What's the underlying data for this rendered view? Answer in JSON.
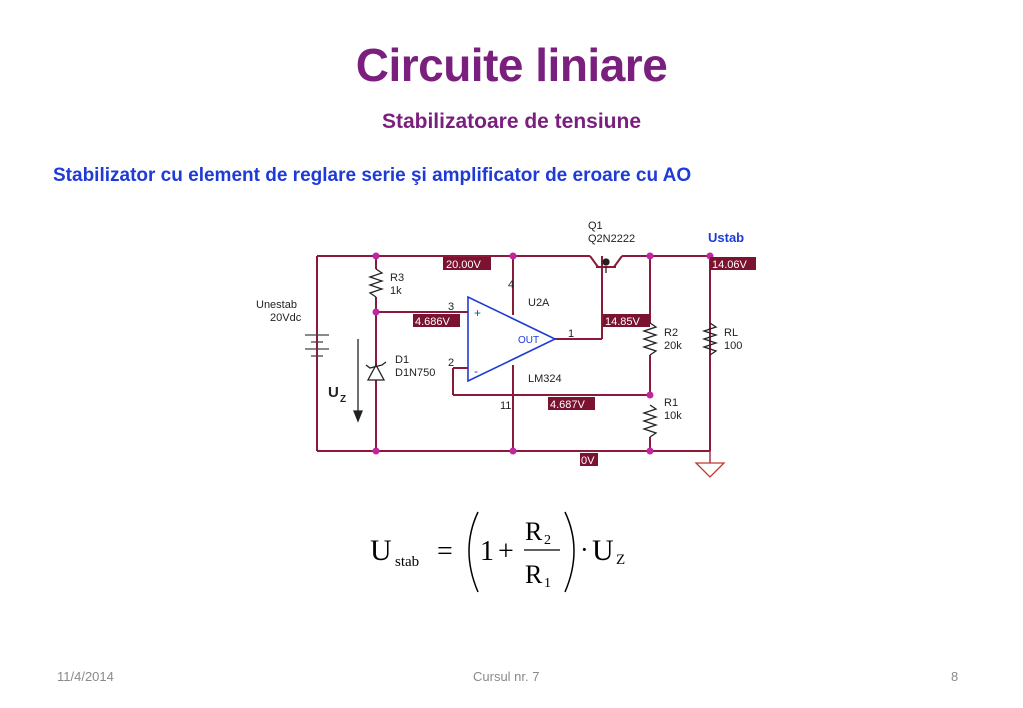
{
  "slide": {
    "title": "Circuite liniare",
    "subtitle": "Stabilizatoare de tensiune",
    "heading": "Stabilizator cu element de reglare serie şi amplificator de eroare cu AO"
  },
  "circuit": {
    "q1_ref": "Q1",
    "q1_part": "Q2N2222",
    "ustab": "Ustab",
    "v_top_left": "20.00V",
    "v_out": "14.06V",
    "v_plus": "4.686V",
    "v_opout": "14.85V",
    "v_fb": "4.687V",
    "v_gnd": "0V",
    "r3_ref": "R3",
    "r3_val": "1k",
    "source_name": "Unestab",
    "source_val": "20Vdc",
    "d1_ref": "D1",
    "d1_part": "D1N750",
    "uz": "U",
    "uz_sub": "Z",
    "u2a": "U2A",
    "lm": "LM324",
    "pin3": "3",
    "pin2": "2",
    "pin1": "1",
    "pin4": "4",
    "pin11": "11",
    "plus": "+",
    "minus": "-",
    "out": "OUT",
    "r2_ref": "R2",
    "r2_val": "20k",
    "r1_ref": "R1",
    "r1_val": "10k",
    "rl_ref": "RL",
    "rl_val": "100"
  },
  "formula": {
    "lhs": "U",
    "lhs_sub": "stab",
    "eq": "=",
    "one": "1",
    "plus": "+",
    "num": "R",
    "num_sub": "2",
    "den": "R",
    "den_sub": "1",
    "dot": "·",
    "rhs": "U",
    "rhs_sub": "Z"
  },
  "footer": {
    "date": "11/4/2014",
    "course": "Cursul nr. 7",
    "page": "8"
  },
  "colors": {
    "title": "#7b1f7e",
    "heading": "#1f3bd6",
    "wire": "#8b1a3a",
    "label_bg": "#7a1230",
    "label_text": "#ffffff"
  }
}
